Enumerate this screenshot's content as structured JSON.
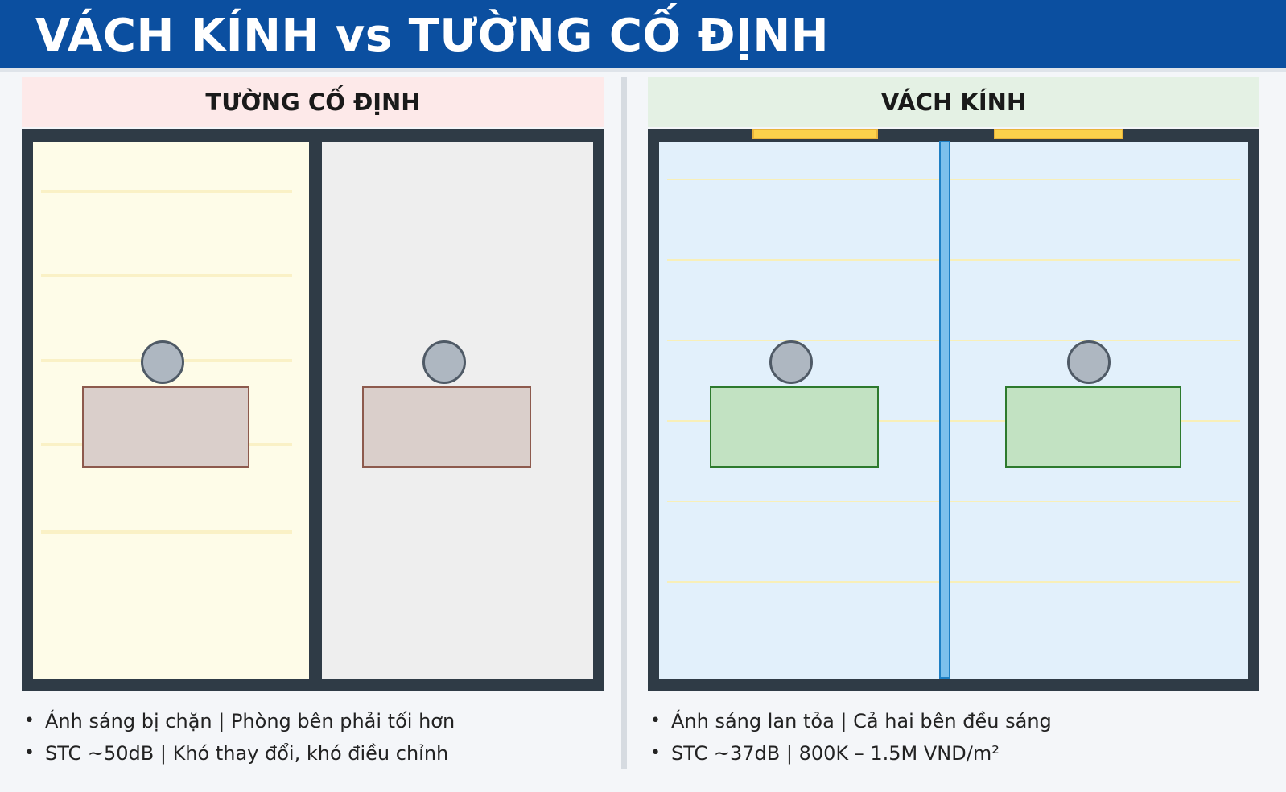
{
  "header": {
    "title": "VÁCH KÍNH vs TƯỜNG CỐ ĐỊNH"
  },
  "left": {
    "title": "TƯỜNG CỐ ĐỊNH",
    "bullets": [
      "Ánh sáng bị chặn | Phòng bên phải tối hơn",
      "STC ~50dB | Khó thay đổi, khó điều chỉnh"
    ]
  },
  "right": {
    "title": "VÁCH KÍNH",
    "bullets": [
      "Ánh sáng lan tỏa | Cả hai bên đều sáng",
      "STC ~37dB | 800K – 1.5M VND/m²"
    ]
  },
  "colors": {
    "header_bg": "#0b4fa0",
    "wall": "#2f3b46",
    "lit_room": "#fefce8",
    "dark_room": "#eeeeee",
    "glass_room": "#e2f0fb",
    "window": "#fbd14b",
    "glass_partition": "#7cc0ec",
    "desk_brown": "#dacfcb",
    "desk_green": "#c2e2c2"
  }
}
